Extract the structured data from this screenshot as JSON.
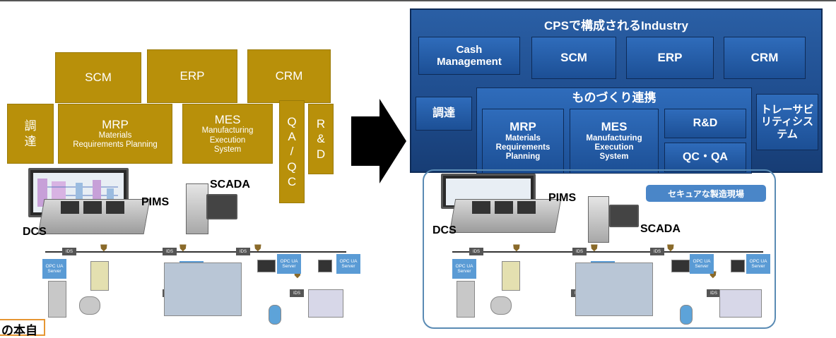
{
  "left": {
    "scm": "SCM",
    "erp": "ERP",
    "crm": "CRM",
    "procurement": [
      "調",
      "達"
    ],
    "mrp": {
      "title": "MRP",
      "line1": "Materials",
      "line2": "Requirements Planning"
    },
    "mes": {
      "title": "MES",
      "line1": "Manufacturing",
      "line2": "Execution",
      "line3": "System"
    },
    "qaqc": [
      "Q",
      "A",
      "/",
      "Q",
      "C"
    ],
    "rnd": [
      "R",
      "&",
      "D"
    ],
    "pims": "PIMS",
    "scada": "SCADA",
    "dcs": "DCS",
    "bottom_caption": "の本自"
  },
  "right": {
    "title": "CPSで構成されるIndustry",
    "cash": [
      "Cash",
      "Management"
    ],
    "scm": "SCM",
    "erp": "ERP",
    "crm": "CRM",
    "procurement": "調達",
    "monozukuri": "ものづくり連携",
    "mrp": {
      "title": "MRP",
      "line1": "Materials",
      "line2": "Requirements",
      "line3": "Planning"
    },
    "mes": {
      "title": "MES",
      "line1": "Manufacturing",
      "line2": "Execution",
      "line3": "System"
    },
    "rnd": "R&D",
    "qcqa": "QC・QA",
    "traceability": [
      "トレーサビ",
      "リティシス",
      "テム"
    ],
    "secure_site": "セキュアな製造現場",
    "pims": "PIMS",
    "dcs": "DCS",
    "scada": "SCADA"
  },
  "network": {
    "ids": "IDS",
    "opc_ua": [
      "OPC UA",
      "Server"
    ]
  },
  "colors": {
    "gold": "#b8900a",
    "blue": "#1f4d8e",
    "orange": "#e69633"
  }
}
